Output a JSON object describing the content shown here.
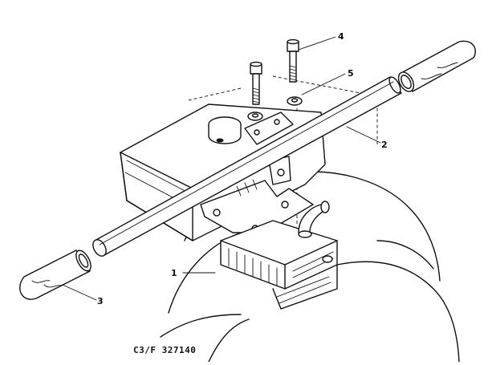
{
  "diagram": {
    "callouts": [
      {
        "id": "1",
        "label": "1"
      },
      {
        "id": "2",
        "label": "2"
      },
      {
        "id": "3",
        "label": "3"
      },
      {
        "id": "4",
        "label": "4"
      },
      {
        "id": "5",
        "label": "5"
      }
    ],
    "caption": "C3/F 327140",
    "colors": {
      "ink": "#111111",
      "paper": "#ffffff"
    }
  }
}
